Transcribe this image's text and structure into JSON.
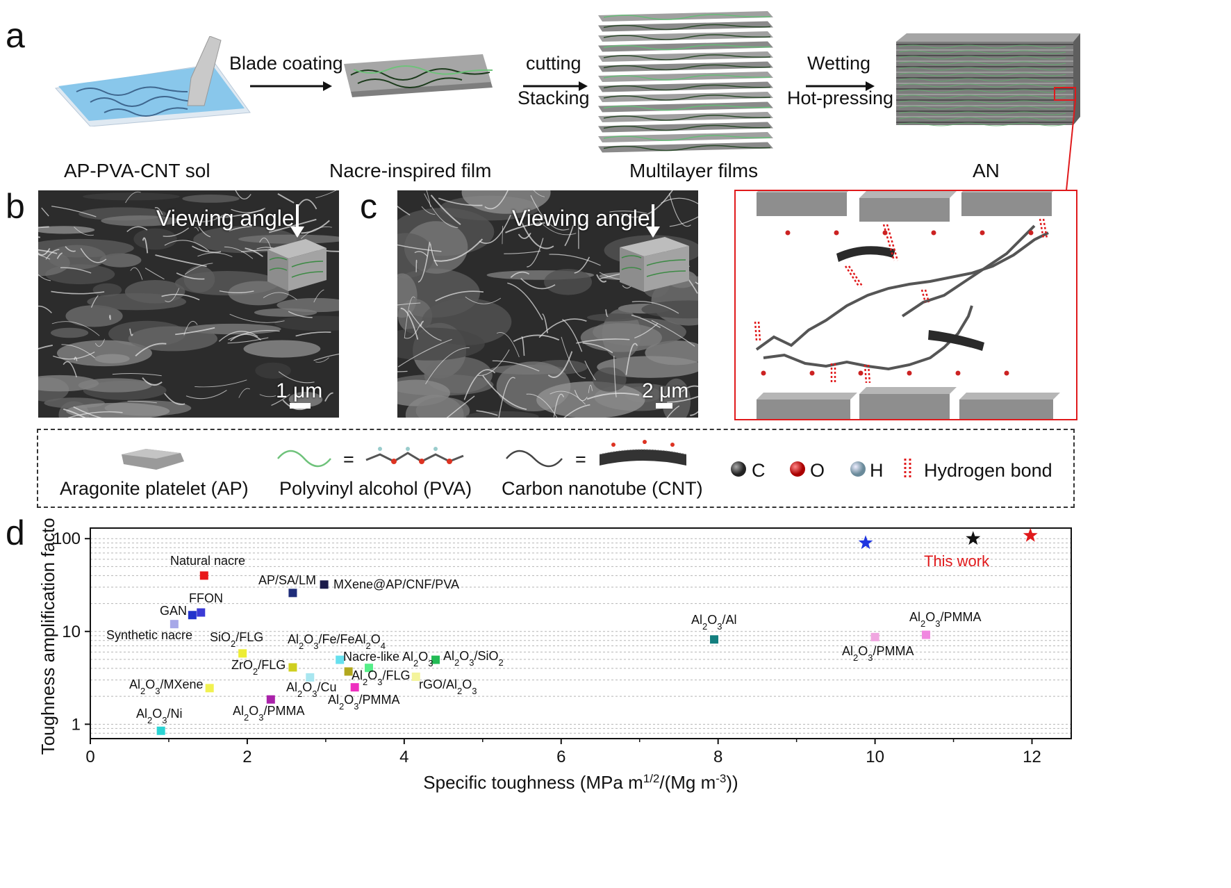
{
  "panel_a": {
    "letter": "a",
    "steps": {
      "blade": "Blade coating",
      "cutting": "cutting",
      "stacking": "Stacking",
      "wetting": "Wetting",
      "hotpressing": "Hot-pressing"
    },
    "captions": {
      "sol": "AP-PVA-CNT sol",
      "film": "Nacre-inspired film",
      "multi": "Multilayer films",
      "an": "AN"
    }
  },
  "panel_b": {
    "letter": "b",
    "viewing": "Viewing angle",
    "scale": "1 μm"
  },
  "panel_c": {
    "letter": "c",
    "viewing": "Viewing angle",
    "scale": "2 μm"
  },
  "legend": {
    "ap": "Aragonite platelet (AP)",
    "pva": "Polyvinyl alcohol (PVA)",
    "cnt": "Carbon nanotube (CNT)",
    "eq": "=",
    "c": "C",
    "o": "O",
    "h": "H",
    "hbond": "Hydrogen bond"
  },
  "panel_d": {
    "letter": "d"
  },
  "colors": {
    "frame_red": "#e0191b",
    "this_work": "#e0191b"
  },
  "chart_data": {
    "type": "scatter",
    "xlabel": "Specific toughness (MPa m1/2/(Mg m-3))",
    "xlabel_parts": {
      "pre": "Specific toughness (MPa m",
      "sup1": "1/2",
      "mid": "/(Mg m",
      "sup2": "-3",
      "post": "))"
    },
    "ylabel": "Toughness amplification factor",
    "xlim": [
      0,
      12.5
    ],
    "ylim": [
      0.7,
      130
    ],
    "y_scale": "log",
    "xticks": [
      0,
      2,
      4,
      6,
      8,
      10,
      12
    ],
    "yticks": [
      1,
      10,
      100
    ],
    "grid": "horizontal dashed at log minor ticks",
    "points": [
      {
        "label": "Natural nacre",
        "x": 1.45,
        "y": 40,
        "color": "#e8191a",
        "marker": "square"
      },
      {
        "label": "AP/SA/LM",
        "x": 2.58,
        "y": 26,
        "color": "#1f2d7a",
        "marker": "square"
      },
      {
        "label": "MXene@AP/CNF/PVA",
        "x": 2.98,
        "y": 32,
        "color": "#1a1a4a",
        "marker": "square"
      },
      {
        "label": "FFON",
        "x": 1.41,
        "y": 16,
        "color": "#3b3bd6",
        "marker": "square"
      },
      {
        "label": "GAN",
        "x": 1.3,
        "y": 15,
        "color": "#2233cc",
        "marker": "square"
      },
      {
        "label": "Synthetic nacre",
        "x": 1.07,
        "y": 12,
        "color": "#a7a8e8",
        "marker": "square"
      },
      {
        "label": "SiO2/FLG",
        "x": 1.94,
        "y": 5.8,
        "color": "#eded35",
        "marker": "square"
      },
      {
        "label": "Al2O3/Fe/FeAl2O4",
        "x": 3.18,
        "y": 4.95,
        "color": "#66e0ee",
        "marker": "square"
      },
      {
        "label": "ZrO2/FLG",
        "x": 2.58,
        "y": 4.1,
        "color": "#cfcf1f",
        "marker": "square"
      },
      {
        "label": "Nacre-like Al2O3",
        "x": 3.55,
        "y": 4.05,
        "color": "#55ee88",
        "marker": "square"
      },
      {
        "label": "Al2O3/SiO2",
        "x": 4.4,
        "y": 4.95,
        "color": "#22bb55",
        "marker": "square"
      },
      {
        "label": "Al2O3/Cu",
        "x": 2.8,
        "y": 3.2,
        "color": "#a8e6f0",
        "marker": "square"
      },
      {
        "label": "Al2O3/FLG",
        "x": 3.29,
        "y": 3.7,
        "color": "#b2a81e",
        "marker": "square"
      },
      {
        "label": "rGO/Al2O3",
        "x": 4.15,
        "y": 3.25,
        "color": "#f4f49c",
        "marker": "square"
      },
      {
        "label": "Al2O3/PMMA",
        "x": 3.37,
        "y": 2.5,
        "color": "#ee2fbf",
        "marker": "square"
      },
      {
        "label": "Al2O3/MXene",
        "x": 1.52,
        "y": 2.45,
        "color": "#f1f150",
        "marker": "square"
      },
      {
        "label": "Al2O3/PMMA",
        "x": 2.3,
        "y": 1.85,
        "color": "#aa22aa",
        "marker": "square"
      },
      {
        "label": "Al2O3/Ni",
        "x": 0.9,
        "y": 0.85,
        "color": "#2ad3d3",
        "marker": "square"
      },
      {
        "label": "Al2O3/Al",
        "x": 7.95,
        "y": 8.2,
        "color": "#137f7f",
        "marker": "square"
      },
      {
        "label": "Al2O3/PMMA",
        "x": 10.0,
        "y": 8.7,
        "color": "#f0a6e0",
        "marker": "square"
      },
      {
        "label": "Al2O3/PMMA",
        "x": 10.65,
        "y": 9.2,
        "color": "#f088e0",
        "marker": "square"
      },
      {
        "label": "This work",
        "x": 9.88,
        "y": 90,
        "color": "#1f35e0",
        "marker": "star"
      },
      {
        "label": "This work",
        "x": 11.25,
        "y": 100,
        "color": "#111111",
        "marker": "star"
      },
      {
        "label": "This work",
        "x": 11.98,
        "y": 108,
        "color": "#e0191b",
        "marker": "star"
      }
    ],
    "labels": [
      {
        "parts": [
          [
            "Natural nacre",
            ""
          ]
        ]
      },
      {
        "parts": [
          [
            "AP/SA/LM",
            ""
          ]
        ]
      },
      {
        "parts": [
          [
            "MXene@AP/CNF/PVA",
            ""
          ]
        ]
      },
      {
        "parts": [
          [
            "FFON",
            ""
          ]
        ]
      },
      {
        "parts": [
          [
            "GAN",
            ""
          ]
        ]
      },
      {
        "parts": [
          [
            "Synthetic nacre",
            ""
          ]
        ]
      },
      {
        "parts": [
          [
            "SiO",
            ""
          ],
          [
            "2",
            "sub"
          ],
          [
            "/FLG",
            ""
          ]
        ]
      },
      {
        "parts": [
          [
            "Al",
            ""
          ],
          [
            "2",
            "sub"
          ],
          [
            "O",
            ""
          ],
          [
            "3",
            "sub"
          ],
          [
            "/Fe/FeAl",
            ""
          ],
          [
            "2",
            "sub"
          ],
          [
            "O",
            ""
          ],
          [
            "4",
            "sub"
          ]
        ]
      },
      {
        "parts": [
          [
            "ZrO",
            ""
          ],
          [
            "2",
            "sub"
          ],
          [
            "/FLG",
            ""
          ]
        ]
      },
      {
        "parts": [
          [
            "Nacre-like Al",
            ""
          ],
          [
            "2",
            "sub"
          ],
          [
            "O",
            ""
          ],
          [
            "3",
            "sub"
          ]
        ]
      },
      {
        "parts": [
          [
            "Al",
            ""
          ],
          [
            "2",
            "sub"
          ],
          [
            "O",
            ""
          ],
          [
            "3",
            "sub"
          ],
          [
            "/SiO",
            ""
          ],
          [
            "2",
            "sub"
          ]
        ]
      },
      {
        "parts": [
          [
            "Al",
            ""
          ],
          [
            "2",
            "sub"
          ],
          [
            "O",
            ""
          ],
          [
            "3",
            "sub"
          ],
          [
            "/Cu",
            ""
          ]
        ]
      },
      {
        "parts": [
          [
            "Al",
            ""
          ],
          [
            "2",
            "sub"
          ],
          [
            "O",
            ""
          ],
          [
            "3",
            "sub"
          ],
          [
            "/FLG",
            ""
          ]
        ]
      },
      {
        "parts": [
          [
            "rGO/Al",
            ""
          ],
          [
            "2",
            "sub"
          ],
          [
            "O",
            ""
          ],
          [
            "3",
            "sub"
          ]
        ]
      },
      {
        "parts": [
          [
            "Al",
            ""
          ],
          [
            "2",
            "sub"
          ],
          [
            "O",
            ""
          ],
          [
            "3",
            "sub"
          ],
          [
            "/PMMA",
            ""
          ]
        ]
      },
      {
        "parts": [
          [
            "Al",
            ""
          ],
          [
            "2",
            "sub"
          ],
          [
            "O",
            ""
          ],
          [
            "3",
            "sub"
          ],
          [
            "/MXene",
            ""
          ]
        ]
      },
      {
        "parts": [
          [
            "Al",
            ""
          ],
          [
            "2",
            "sub"
          ],
          [
            "O",
            ""
          ],
          [
            "3",
            "sub"
          ],
          [
            "/PMMA",
            ""
          ]
        ]
      },
      {
        "parts": [
          [
            "Al",
            ""
          ],
          [
            "2",
            "sub"
          ],
          [
            "O",
            ""
          ],
          [
            "3",
            "sub"
          ],
          [
            "/Ni",
            ""
          ]
        ]
      },
      {
        "parts": [
          [
            "Al",
            ""
          ],
          [
            "2",
            "sub"
          ],
          [
            "O",
            ""
          ],
          [
            "3",
            "sub"
          ],
          [
            "/Al",
            ""
          ]
        ]
      },
      {
        "parts": [
          [
            "Al",
            ""
          ],
          [
            "2",
            "sub"
          ],
          [
            "O",
            ""
          ],
          [
            "3",
            "sub"
          ],
          [
            "/PMMA",
            ""
          ]
        ]
      },
      {
        "parts": [
          [
            "Al",
            ""
          ],
          [
            "2",
            "sub"
          ],
          [
            "O",
            ""
          ],
          [
            "3",
            "sub"
          ],
          [
            "/PMMA",
            ""
          ]
        ]
      },
      {
        "parts": [
          [
            "This work",
            ""
          ]
        ]
      }
    ]
  }
}
